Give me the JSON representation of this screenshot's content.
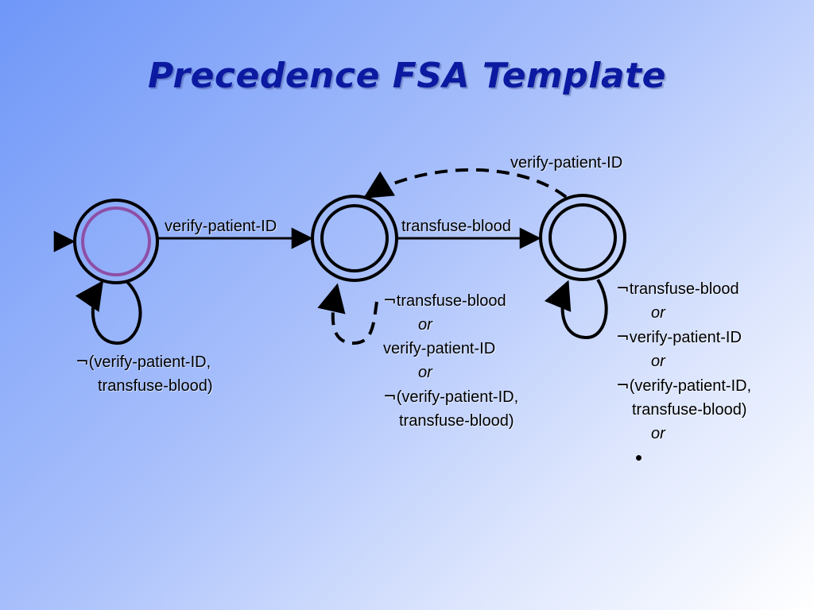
{
  "slide": {
    "title": "Precedence FSA Template"
  },
  "transitions": {
    "s1_to_s2": "verify-patient-ID",
    "s2_to_s3": "transfuse-blood",
    "s3_to_s2": "verify-patient-ID"
  },
  "self_loops": {
    "s1": {
      "line1_neg": "¬",
      "line1": "(verify-patient-ID,",
      "line2": "transfuse-blood)"
    },
    "s2": {
      "l1_neg": "¬",
      "l1": "transfuse-blood",
      "l2": "or",
      "l3": "verify-patient-ID",
      "l4": "or",
      "l5_neg": "¬",
      "l5": "(verify-patient-ID,",
      "l6": "transfuse-blood)"
    },
    "s3": {
      "l1_neg": "¬",
      "l1": "transfuse-blood",
      "l2": "or",
      "l3_neg": "¬",
      "l3": "verify-patient-ID",
      "l4": "or",
      "l5_neg": "¬",
      "l5": "(verify-patient-ID,",
      "l6": "transfuse-blood)",
      "l7": "or",
      "l8": "•"
    }
  },
  "colors": {
    "title": "#0b1aa0",
    "initial_state_inner": "#8e4fa6",
    "stroke": "#000000"
  }
}
